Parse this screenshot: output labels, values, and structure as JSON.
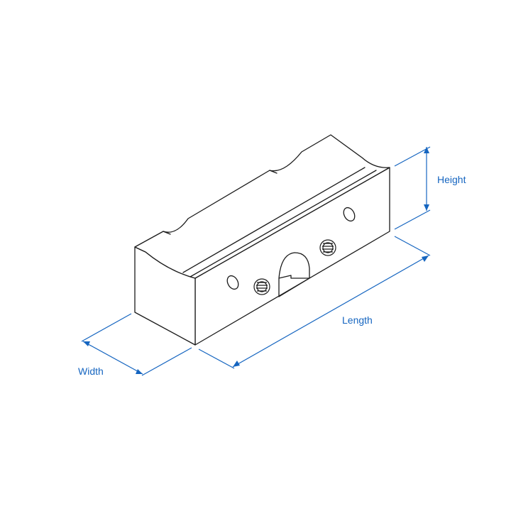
{
  "colors": {
    "outline": "#1a1a1a",
    "face_fill": "#ffffff",
    "dimension": "#1565c0"
  },
  "dimensions": {
    "height_label": "Height",
    "length_label": "Length",
    "width_label": "Width"
  },
  "part": {
    "name": "isometric-block",
    "features": [
      "v-groove-top",
      "grooved-notches",
      "set-screw-icon",
      "set-screw-icon",
      "through-hole",
      "through-hole",
      "arched-slot"
    ]
  }
}
